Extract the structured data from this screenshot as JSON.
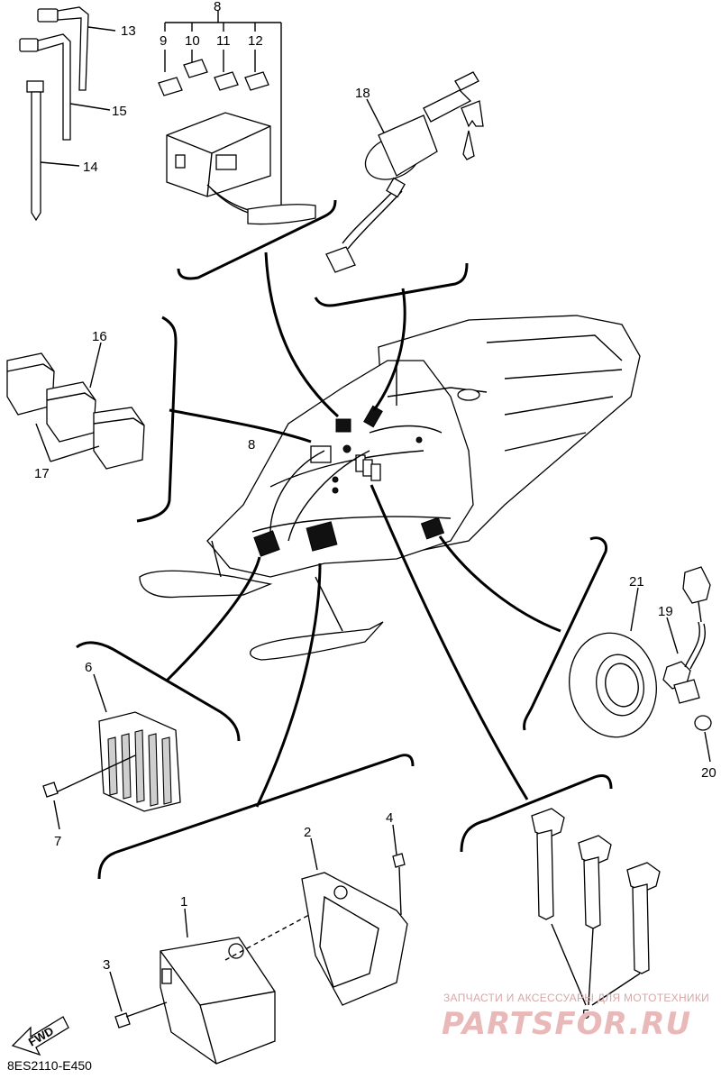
{
  "drawing_code": "8ES2110-E450",
  "direction_label": "FWD",
  "watermark": {
    "line1": "ЗАПЧАСТИ И АКСЕССУАРЫ ДЛЯ МОТОТЕХНИКИ",
    "line2": "PARTSFOR.RU"
  },
  "callouts": {
    "n1": "1",
    "n2": "2",
    "n3": "3",
    "n4": "4",
    "n5": "5",
    "n6": "6",
    "n7": "7",
    "n8a": "8",
    "n8b": "8",
    "n9": "9",
    "n10": "10",
    "n11": "11",
    "n12": "12",
    "n13": "13",
    "n14": "14",
    "n15": "15",
    "n16": "16",
    "n17": "17",
    "n18": "18",
    "n19": "19",
    "n20": "20",
    "n21": "21"
  }
}
